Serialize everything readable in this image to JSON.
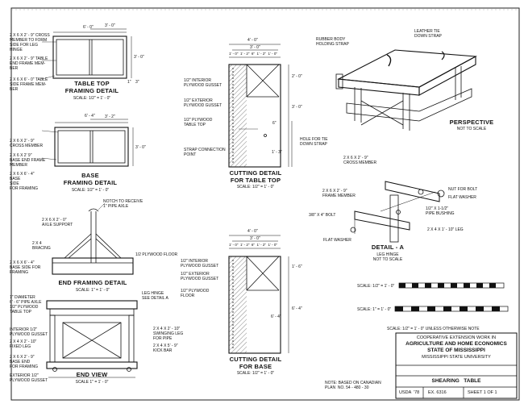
{
  "table_top": {
    "dim_top": "6' - 0\"",
    "dim_top2": "3' - 0\"",
    "dim_side": "3' - 0\"",
    "dim_small": "1\"",
    "dim_small2": "3\"",
    "note_cross": "2 x 6 x 2' - 9\" CROSS\nMEMBER TO FORM\nSIDE FOR LEG\nHINGE",
    "note_end": "2 x 6 x 2' - 9\" TABLE\nEND FRAME MEM-\nBER",
    "note_side": "2 x 6 x 6' - 0\" TABLE\nSIDE FRAME MEM-\nBER",
    "title": "TABLE TOP\nFRAMING DETAIL",
    "scale": "SCALE: 1/2\" = 1' - 0\""
  },
  "base": {
    "dim_top": "6' - 4\"",
    "dim_top2": "3' - 2\"",
    "dim_side": "3' - 0\"",
    "note_cross": "2 x 6 x 2' - 9\"\nCROSS MEMBER",
    "note_end": "2 x 6 x 2' 9\"\nBASE END FRAME\nMEMBER",
    "note_side": "2 x 6 x 6' - 4\"\nBASE\nSIDE\nFOR FRAMING",
    "title": "BASE\nFRAMING DETAIL",
    "scale": "SCALE: 1/2\" = 1' - 0\""
  },
  "end_framing": {
    "note_notch": "NOTCH TO RECEIVE\n1\" PIPE AXLE",
    "note_axle_support": "2 x 6 x 2' - 0\"\nAXLE SUPPORT",
    "note_bracing": "2 x 4\nBRACING",
    "note_base_side": "2 x 6 x 6' - 4\"\nBASE SIDE FOR\nFRAMING",
    "note_floor": "1/2 PLYWOOD FLOOR",
    "title": "END FRAMING DETAIL",
    "scale": "SCALE: 1\" = 1' - 0\""
  },
  "end_view": {
    "note_pipe": "1\" DIAMETER\n6' - 6\" PIPE AXLE",
    "note_plywood_top": "1/2\" PLYWOOD\nTABLE TOP",
    "note_leg_hinge": "LEG HINGE\nSEE DETAIL A",
    "note_gusset": "INTERIOR 1/2\"\nPLYWOOD GUSSET",
    "note_fixed_leg": "2 x 4 x 2' - 10\"\nFIXED LEG",
    "note_swing_leg": "2 x 4 x 2' - 10\"\nSWINGING LEG\nFOR PIPE",
    "note_kick_bar": "2 x 4 x 5' - 9\"\nKICK BAR",
    "note_base_end": "2 x 6 x 2' - 9\"\nBASE END\nFOR FRAMING",
    "note_ext_gusset": "EXTERIOR 1/2\"\nPLYWOOD GUSSET",
    "title": "END VIEW",
    "scale": "SCALE 1\" = 1' - 0\""
  },
  "cutting_top": {
    "dim_top": "4' - 0\"",
    "dim_mid": "3' - 0\"",
    "dim_parts": "1' - 0\"  1' - 2\"  6\"  1' - 2\"  1' - 0\"",
    "dim_right1": "2' - 0\"",
    "dim_right2": "3' - 0\"",
    "dim_right3": "1' - 3\"",
    "dim_6": "6\"",
    "note_interior": "1/2\" INTERIOR\nPLYWOOD GUSSET",
    "note_exterior": "1/2\" EXTERIOR\nPLYWOOD GUSSET",
    "note_table_top": "1/2\" PLYWOOD\nTABLE TOP",
    "note_strap": "STRAP CONNECTION\nPOINT",
    "note_hole": "HOLE FOR TIE\nDOWN STRAP",
    "title": "CUTTING DETAIL\nFOR TABLE TOP",
    "scale": "SCALE: 1/2\" = 1' - 0\""
  },
  "cutting_base": {
    "dim_top": "4' - 0\"",
    "dim_mid": "3' - 0\"",
    "dim_parts": "1' - 0\"  1' - 2\"  6\"  1' - 2\"  1' - 0\"",
    "dim_right1": "1' - 6\"",
    "dim_right2": "6' - 4\"",
    "dim_right3": "6' - 4\"",
    "note_interior": "1/2\" INTERIOR\nPLYWOOD GUSSET",
    "note_exterior": "1/2\" EXTERIOR\nPLYWOOD GUSSET",
    "note_floor": "1/2\" PLYWOOD\nFLOOR",
    "title": "CUTTING DETAIL\nFOR BASE",
    "scale": "SCALE: 1/2\" = 1' - 0\""
  },
  "perspective": {
    "note_rubber": "RUBBER BODY\nHOLDING STRAP",
    "note_leather": "LEATHER TIE\nDOWN STRAP",
    "title": "PERSPECTIVE",
    "scale": "NOT TO SCALE"
  },
  "detail_a": {
    "note_cross": "2 x 6 x 2' - 9\"\nCROSS MEMBER",
    "note_frame": "2 x 6 x 2' - 9\"\nFRAME MEMBER",
    "note_nut": "NUT FOR BOLT",
    "note_washer": "FLAT WASHER",
    "note_bushing": "1/2\" x 1-1/2\"\nPIPE BUSHING",
    "note_leg": "2 x 4 x 1' - 10\" LEG",
    "note_bolt": "3/8\" x 4\" BOLT",
    "note_flat_washer": "FLAT WASHER",
    "title": "DETAIL - A",
    "subtitle": "LEG HINGE\nNOT TO SCALE"
  },
  "scales": {
    "label1": "SCALE: 1/2\" = 1' - 0\"",
    "label2": "SCALE: 1\" = 1' - 0\"",
    "note": "SCALE: 1/2\" = 1' - 0\" UNLESS OTHERWISE NOTE"
  },
  "title_block": {
    "line1": "COOPERATIVE EXTENSION WORK IN",
    "line2": "AGRICULTURE AND HOME ECONOMICS",
    "line3": "STATE OF MISSISSIPPI",
    "line4": "MISSISSIPPI STATE UNIVERSITY",
    "drawing_title": "SHEARING   TABLE",
    "usda": "USDA  '78",
    "ex_no": "EX. 6316",
    "sheet": "SHEET 1 OF 1"
  },
  "footnote": "NOTE: BASED ON CANADIAN\nPLAN  NO. 54 - 480 - 30"
}
